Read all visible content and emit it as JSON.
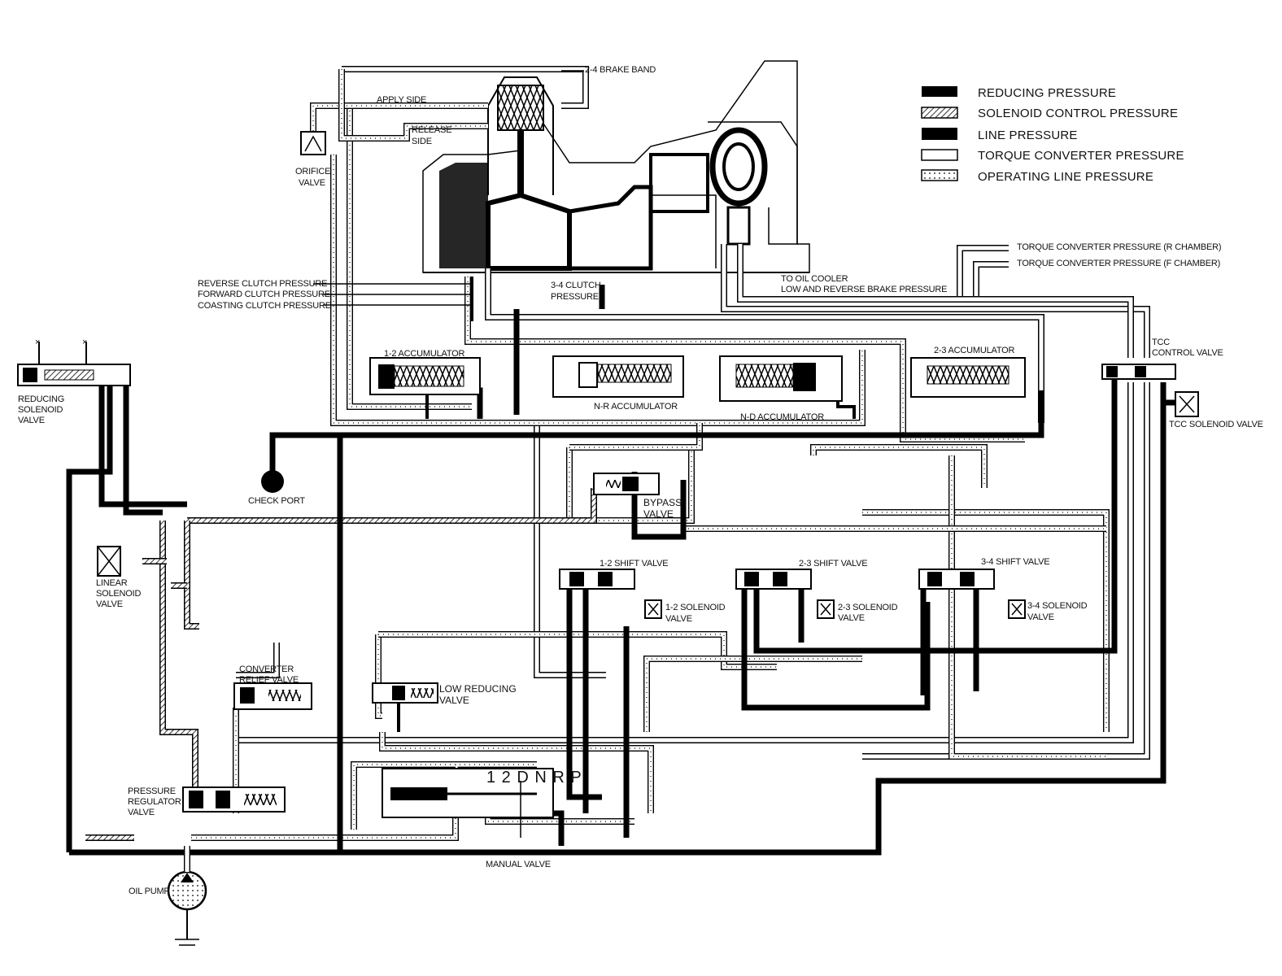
{
  "legend": [
    {
      "id": "reducing",
      "label": "REDUCING PRESSURE",
      "pattern": "solid"
    },
    {
      "id": "solenoid",
      "label": "SOLENOID CONTROL PRESSURE",
      "pattern": "hatched"
    },
    {
      "id": "line",
      "label": "LINE PRESSURE",
      "pattern": "solid"
    },
    {
      "id": "torque",
      "label": "TORQUE CONVERTER PRESSURE",
      "pattern": "outline"
    },
    {
      "id": "operating",
      "label": "OPERATING LINE PRESSURE",
      "pattern": "dotted"
    }
  ],
  "labels": {
    "brake_band": "2-4 BRAKE BAND",
    "apply_side": "APPLY SIDE",
    "release_side_1": "RELEASE",
    "release_side_2": "SIDE",
    "orifice_1": "ORIFICE",
    "orifice_2": "VALVE",
    "tq_r": "TORQUE CONVERTER PRESSURE (R CHAMBER)",
    "tq_f": "TORQUE CONVERTER PRESSURE (F CHAMBER)",
    "oil_cooler": "TO OIL COOLER",
    "low_rev": "LOW AND REVERSE BRAKE PRESSURE",
    "rev_clutch": "REVERSE CLUTCH PRESSURE",
    "fwd_clutch": "FORWARD CLUTCH PRESSURE",
    "coast_clutch": "COASTING CLUTCH PRESSURE",
    "clutch34_1": "3-4 CLUTCH",
    "clutch34_2": "PRESSURE",
    "acc12": "1-2 ACCUMULATOR",
    "acc23": "2-3 ACCUMULATOR",
    "accnr": "N-R ACCUMULATOR",
    "accnd": "N-D ACCUMULATOR",
    "tcc_ctrl_1": "TCC",
    "tcc_ctrl_2": "CONTROL VALVE",
    "tcc_sol": "TCC SOLENOID VALVE",
    "red_sol_1": "REDUCING",
    "red_sol_2": "SOLENOID",
    "red_sol_3": "VALVE",
    "check_port": "CHECK PORT",
    "bypass_1": "BYPASS",
    "bypass_2": "VALVE",
    "linear_1": "LINEAR",
    "linear_2": "SOLENOID",
    "linear_3": "VALVE",
    "shift12": "1-2 SHIFT VALVE",
    "shift23": "2-3 SHIFT VALVE",
    "shift34": "3-4 SHIFT VALVE",
    "sol12_1": "1-2 SOLENOID",
    "sol12_2": "VALVE",
    "sol23_1": "2-3 SOLENOID",
    "sol23_2": "VALVE",
    "sol34_1": "3-4 SOLENOID",
    "sol34_2": "VALVE",
    "conv_1": "CONVERTER",
    "conv_2": "RELIEF VALVE",
    "lowred_1": "LOW REDUCING",
    "lowred_2": "VALVE",
    "preg_1": "PRESSURE",
    "preg_2": "REGULATOR",
    "preg_3": "VALVE",
    "ranges": "1 2 D N R P",
    "manual": "MANUAL VALVE",
    "oil_pump": "OIL PUMP"
  }
}
